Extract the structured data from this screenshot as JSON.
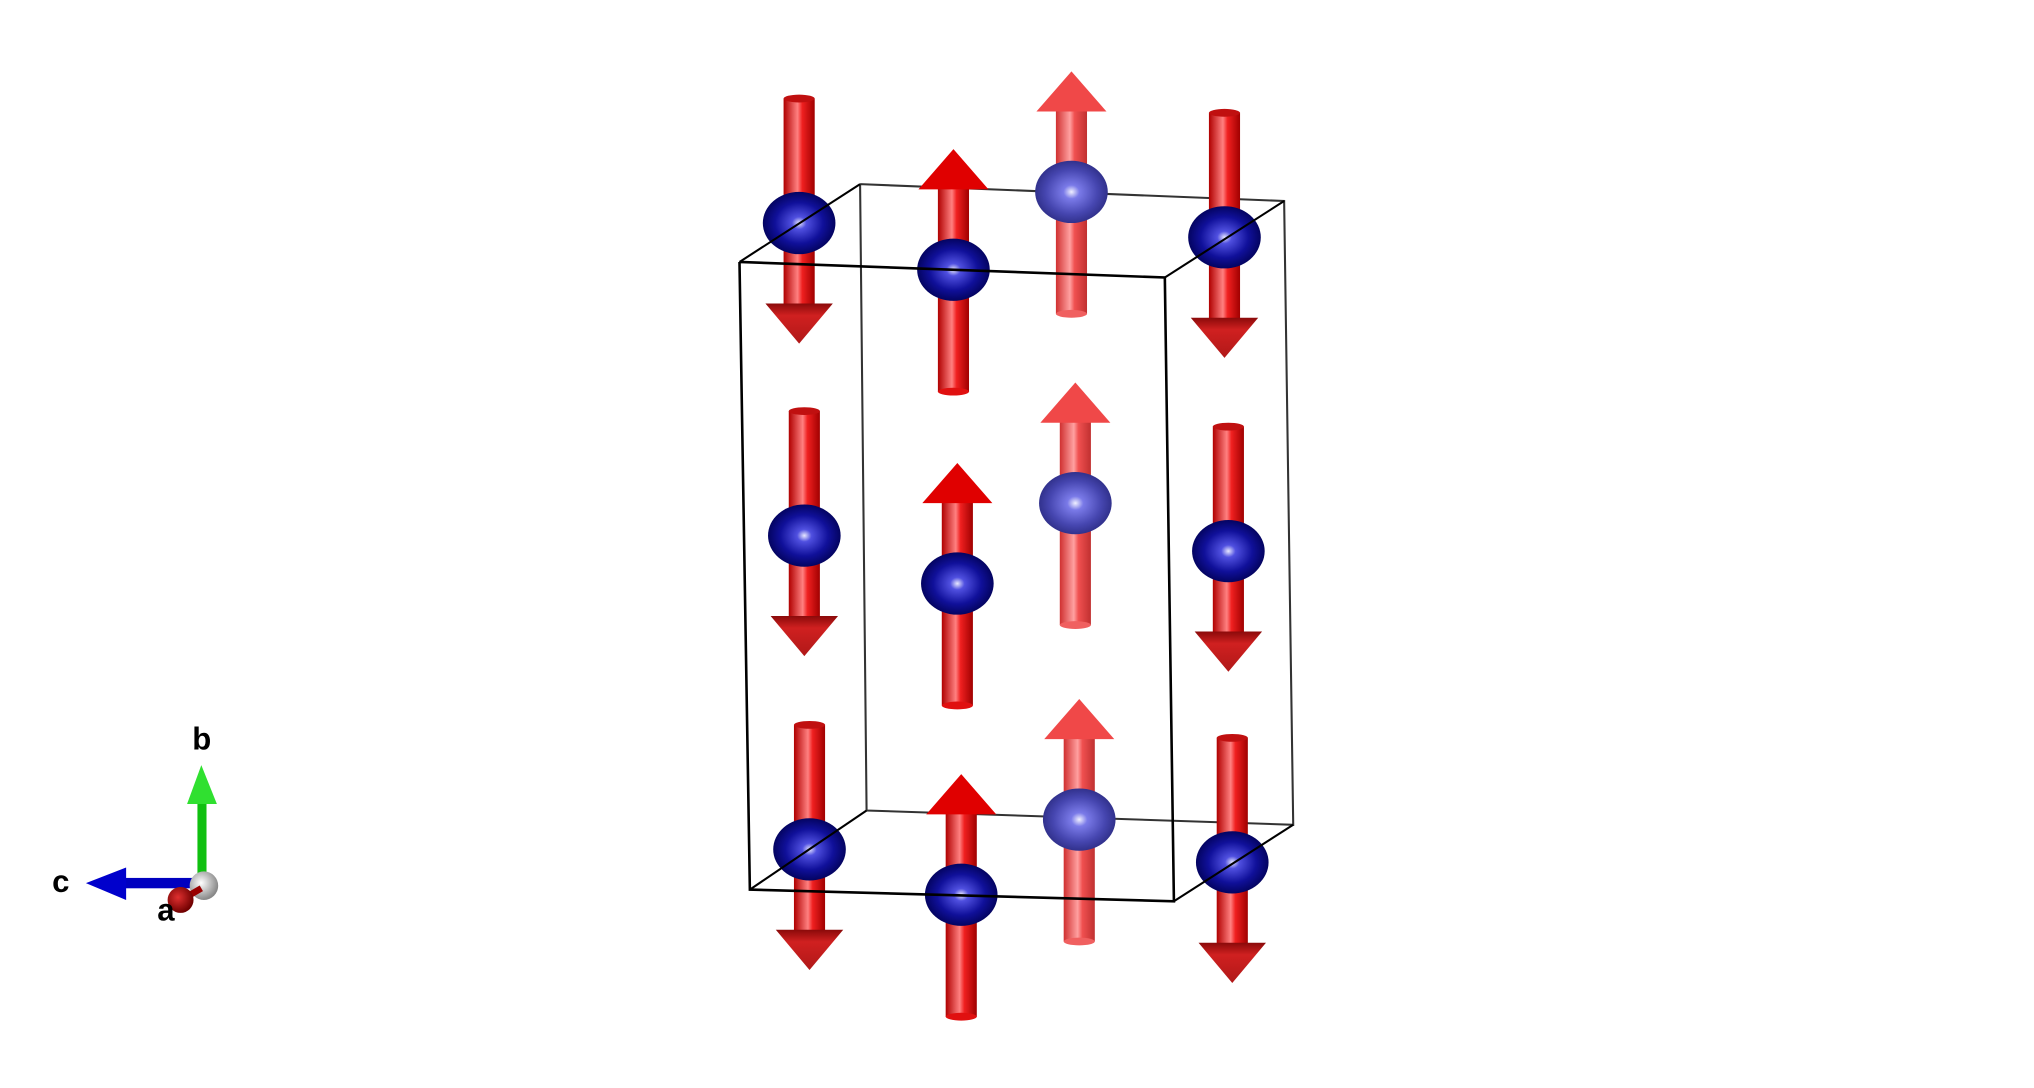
{
  "axes": {
    "a_label": "a",
    "b_label": "b",
    "c_label": "c",
    "a_color": "#c00000",
    "b_color": "#00cc00",
    "c_color": "#0000cc"
  },
  "structure": {
    "atom_color_front": "#0a0a8a",
    "atom_color_back": "#4a4ab8",
    "spin_color": "#e00000",
    "cell_line_color": "#000000",
    "spins": [
      {
        "column": 1,
        "direction": "down"
      },
      {
        "column": 2,
        "direction": "up"
      },
      {
        "column": 3,
        "direction": "up"
      },
      {
        "column": 4,
        "direction": "down"
      }
    ]
  }
}
